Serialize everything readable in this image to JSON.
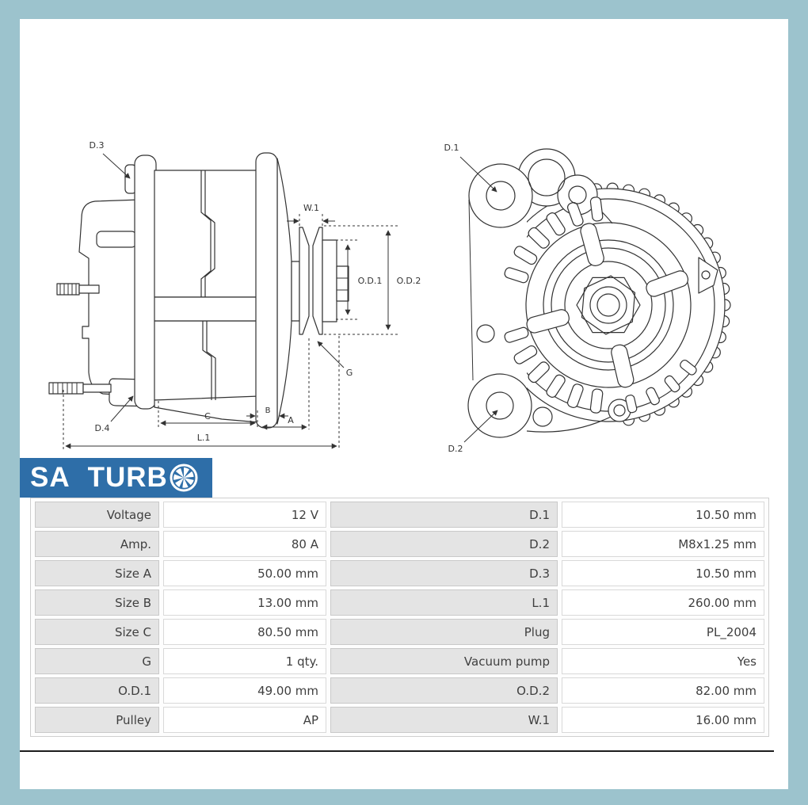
{
  "colors": {
    "page_border": "#9cc3cd",
    "card_bg": "#ffffff",
    "logo_blue": "#2e6ea8",
    "table_key_bg": "#e4e4e4",
    "table_val_bg": "#ffffff",
    "line_color": "#333333"
  },
  "logo": {
    "text_primary": "SA",
    "text_secondary": "TURB",
    "fan_icon": "turbo-fan-icon"
  },
  "drawing_labels": {
    "d1": "D.1",
    "d2": "D.2",
    "d3": "D.3",
    "d4": "D.4",
    "w1": "W.1",
    "od1": "O.D.1",
    "od2": "O.D.2",
    "g": "G",
    "a": "A",
    "b": "B",
    "c": "C",
    "l1": "L.1"
  },
  "spec_table": {
    "rows": [
      {
        "left_label": "Voltage",
        "left_value": "12 V",
        "right_label": "D.1",
        "right_value": "10.50 mm"
      },
      {
        "left_label": "Amp.",
        "left_value": "80 A",
        "right_label": "D.2",
        "right_value": "M8x1.25 mm"
      },
      {
        "left_label": "Size A",
        "left_value": "50.00 mm",
        "right_label": "D.3",
        "right_value": "10.50 mm"
      },
      {
        "left_label": "Size B",
        "left_value": "13.00 mm",
        "right_label": "L.1",
        "right_value": "260.00 mm"
      },
      {
        "left_label": "Size C",
        "left_value": "80.50 mm",
        "right_label": "Plug",
        "right_value": "PL_2004"
      },
      {
        "left_label": "G",
        "left_value": "1 qty.",
        "right_label": "Vacuum pump",
        "right_value": "Yes"
      },
      {
        "left_label": "O.D.1",
        "left_value": "49.00 mm",
        "right_label": "O.D.2",
        "right_value": "82.00 mm"
      },
      {
        "left_label": "Pulley",
        "left_value": "AP",
        "right_label": "W.1",
        "right_value": "16.00 mm"
      }
    ]
  }
}
